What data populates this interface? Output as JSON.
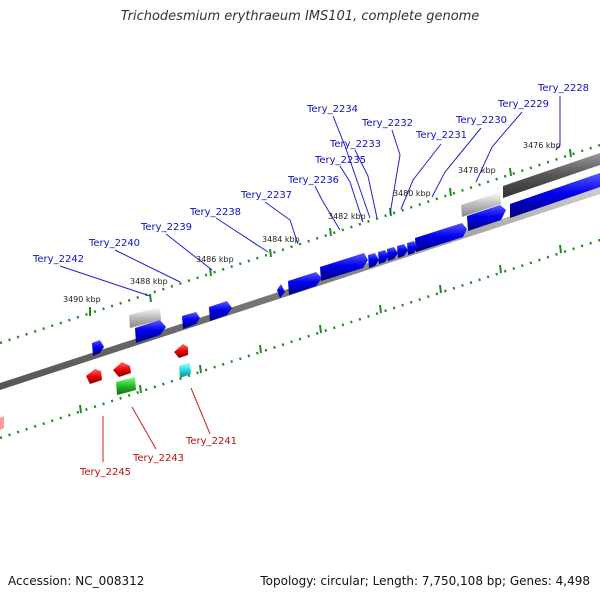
{
  "title": "Trichodesmium erythraeum IMS101, complete genome",
  "footer": {
    "accession": "Accession: NC_008312",
    "summary": "Topology: circular; Length: 7,750,108 bp; Genes: 4,498"
  },
  "colors": {
    "forward_gene": "#0000ee",
    "reverse_gene": "#ee0000",
    "special_green": "#22bb22",
    "special_cyan": "#22dddd",
    "pseudogene": "#bbbbbb",
    "backbone": "#777777",
    "tick": "#228822",
    "forward_label": "#1111bb",
    "reverse_label": "#bb1111"
  },
  "scale_labels": [
    "3476 kbp",
    "3478 kbp",
    "3480 kbp",
    "3482 kbp",
    "3484 kbp",
    "3486 kbp",
    "3488 kbp",
    "3490 kbp"
  ],
  "forward_genes": [
    "Tery_2228",
    "Tery_2229",
    "Tery_2230",
    "Tery_2231",
    "Tery_2232",
    "Tery_2233",
    "Tery_2234",
    "Tery_2235",
    "Tery_2236",
    "Tery_2237",
    "Tery_2238",
    "Tery_2239",
    "Tery_2240",
    "Tery_2242"
  ],
  "reverse_genes": [
    "Tery_2241",
    "Tery_2243",
    "Tery_2245"
  ]
}
